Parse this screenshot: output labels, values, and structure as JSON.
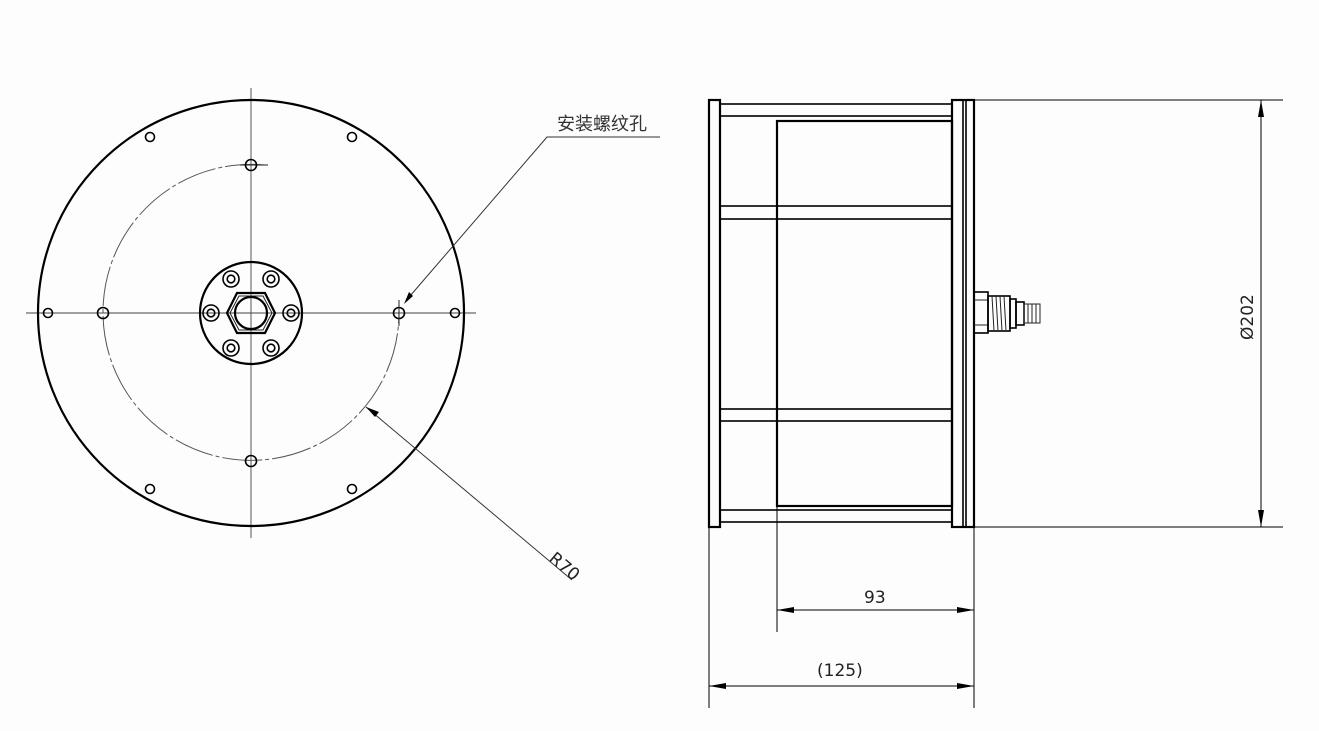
{
  "drawing": {
    "type": "mechanical-engineering-drawing",
    "views": [
      "front-view",
      "side-view"
    ],
    "line_color": "#000000",
    "background_color": "#fdfdfd"
  },
  "front_view": {
    "annotation_threaded_hole": "安装螺纹孔",
    "radius_dimension": "R70"
  },
  "side_view": {
    "diameter_dimension": "Ø202",
    "inner_length_dimension": "93",
    "overall_length_dimension": "(125)"
  }
}
